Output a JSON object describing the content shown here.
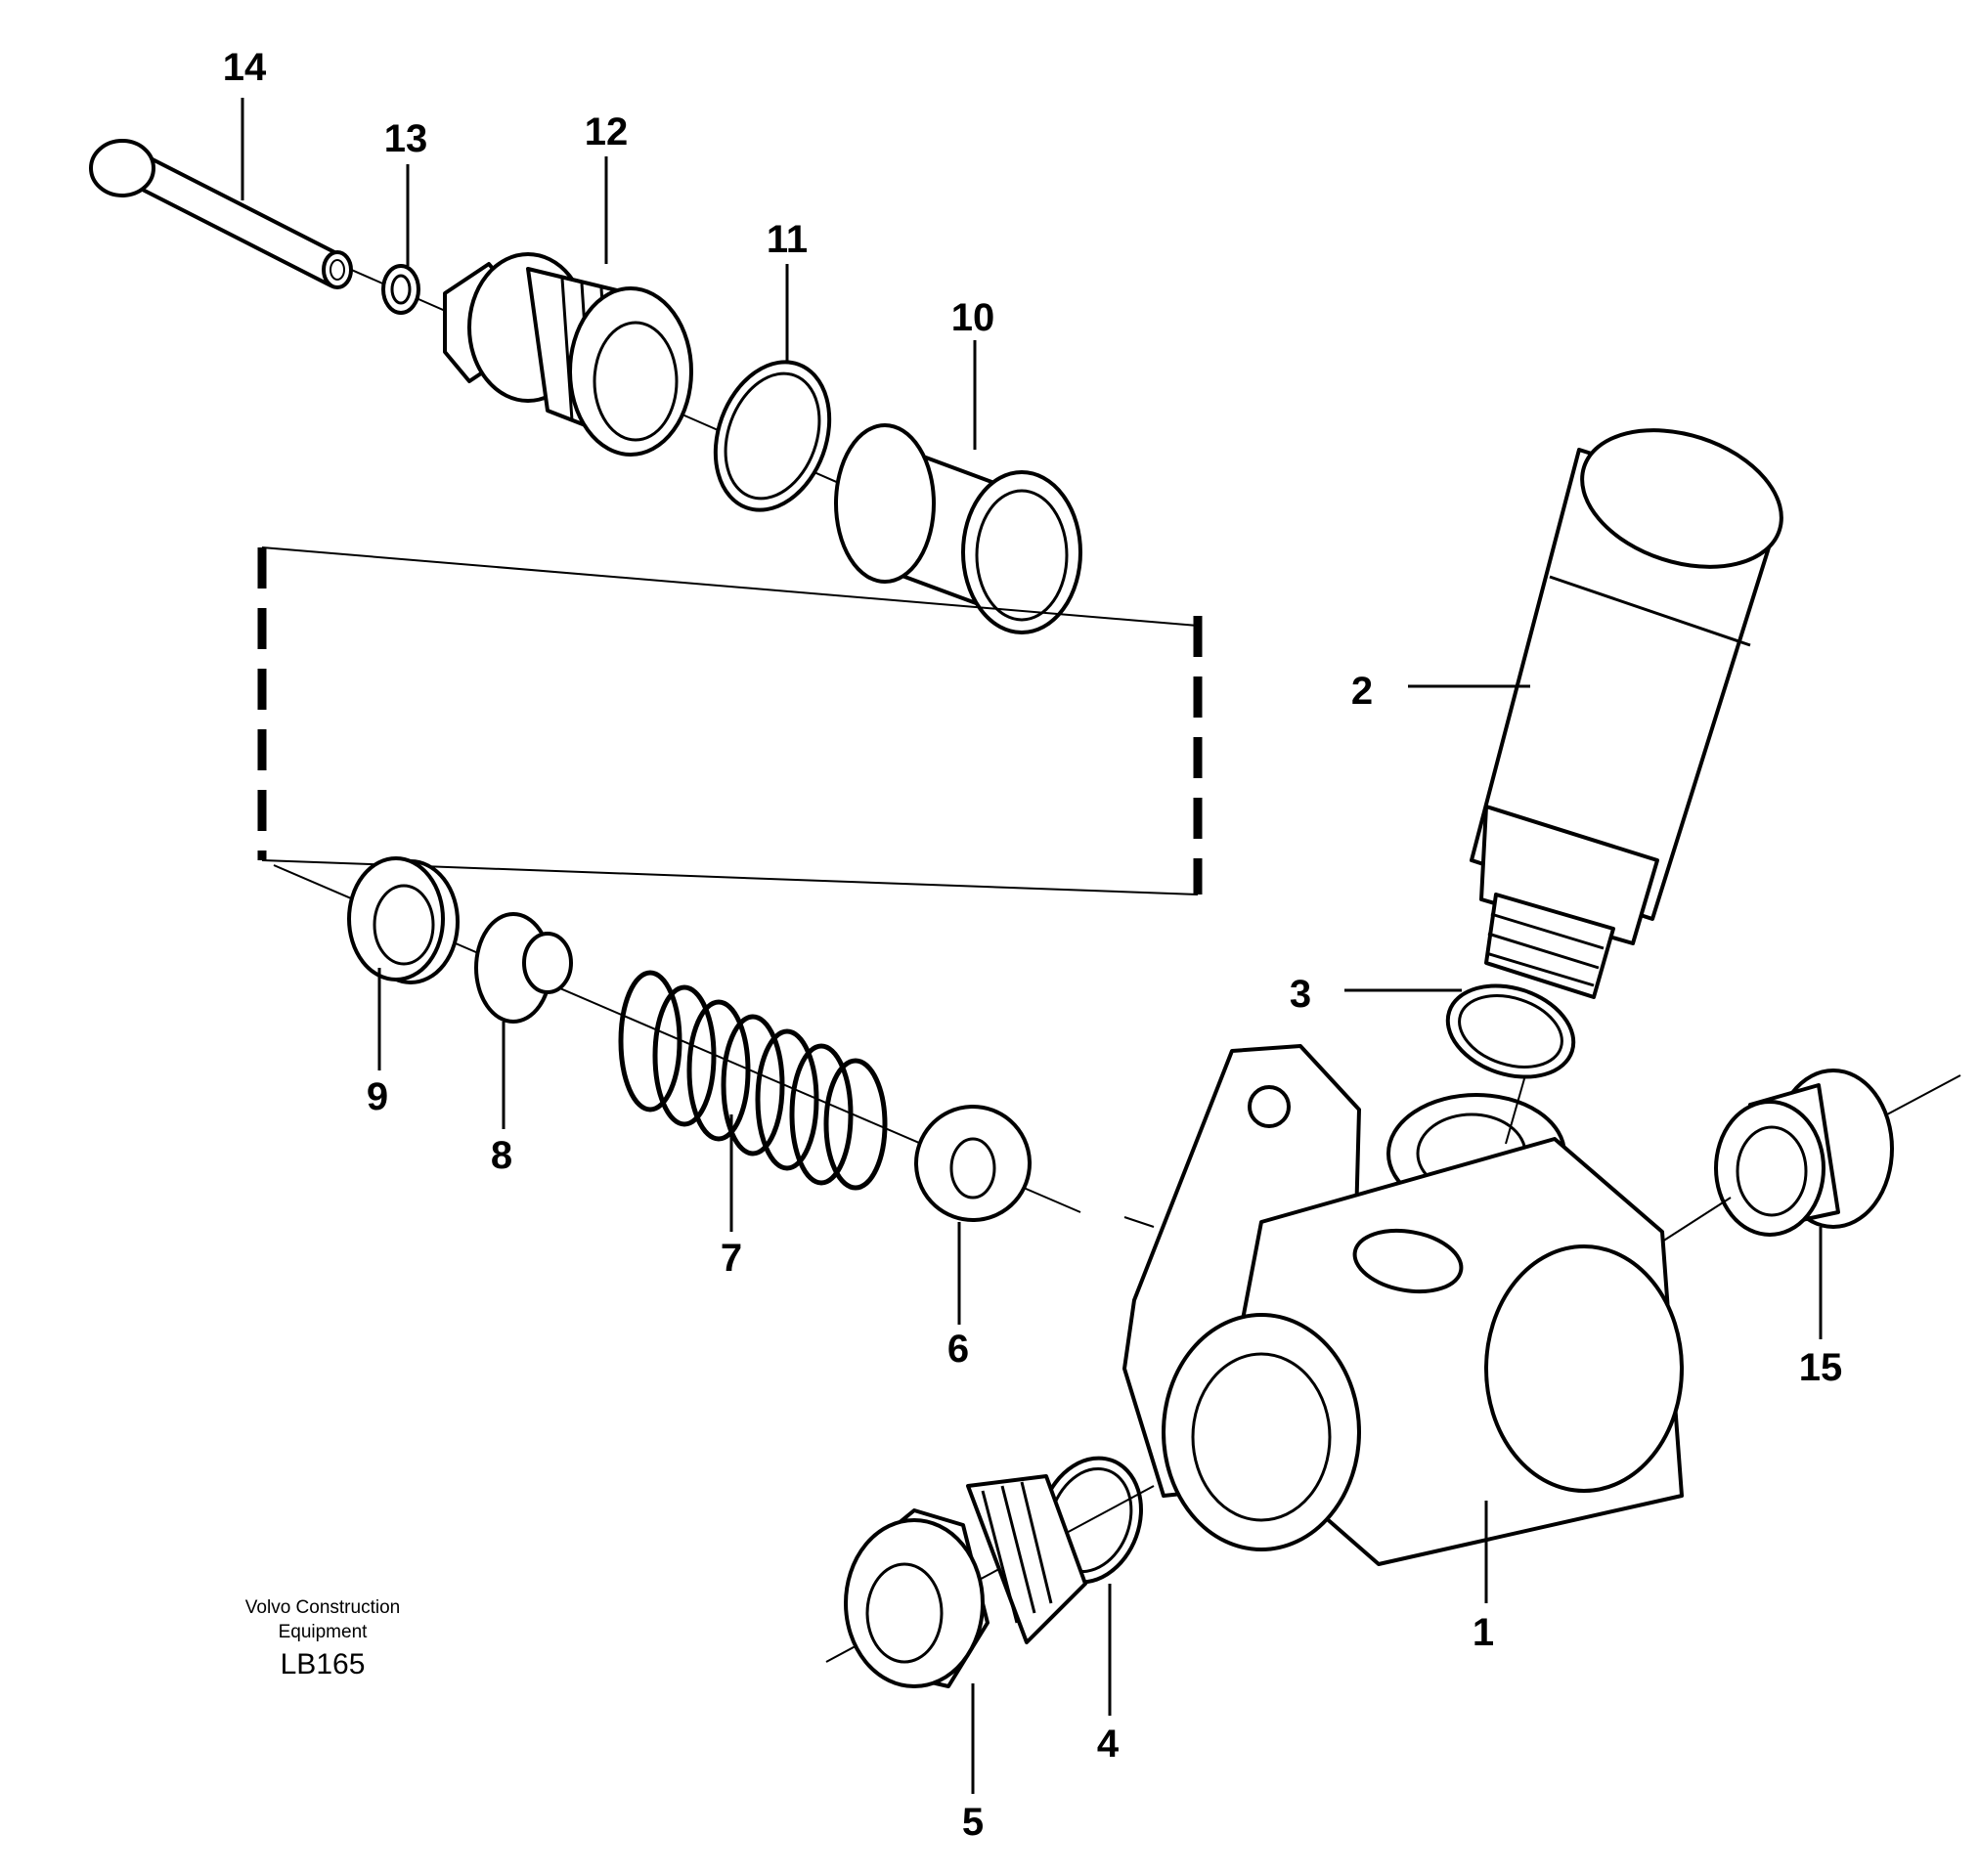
{
  "callouts": {
    "c1": "1",
    "c2": "2",
    "c3": "3",
    "c4": "4",
    "c5": "5",
    "c6": "6",
    "c7": "7",
    "c8": "8",
    "c9": "9",
    "c10": "10",
    "c11": "11",
    "c12": "12",
    "c13": "13",
    "c14": "14",
    "c15": "15"
  },
  "credit": {
    "line1": "Volvo Construction",
    "line2": "Equipment",
    "code": "LB165"
  }
}
